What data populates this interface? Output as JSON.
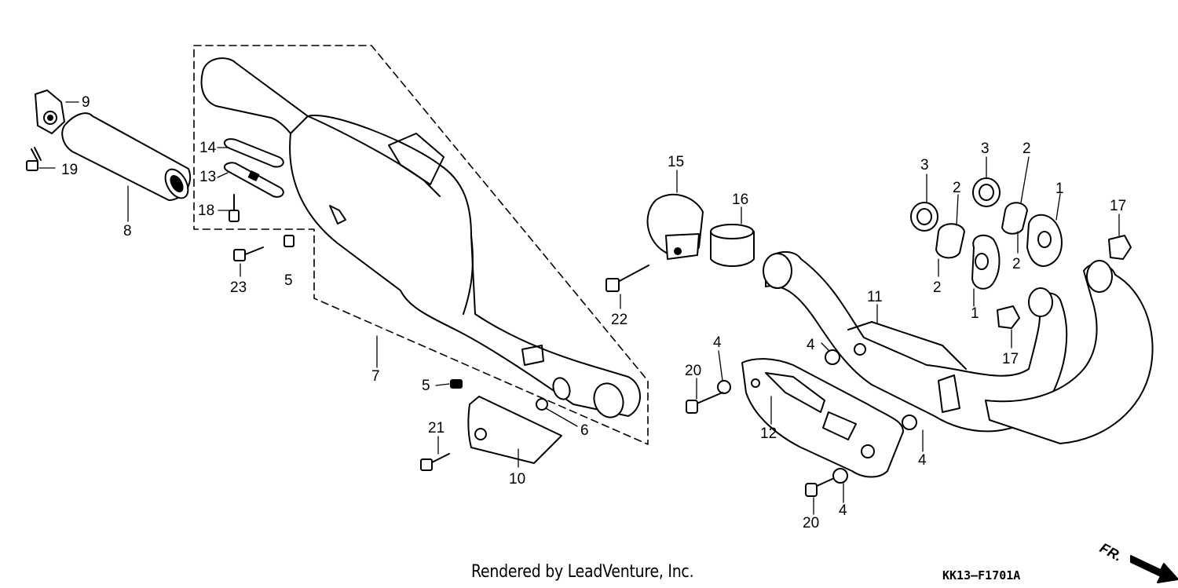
{
  "diagram": {
    "callouts": {
      "c1a": "1",
      "c1b": "1",
      "c2a": "2",
      "c2b": "2",
      "c2c": "2",
      "c2d": "2",
      "c3a": "3",
      "c3b": "3",
      "c4a": "4",
      "c4b": "4",
      "c4c": "4",
      "c4d": "4",
      "c5a": "5",
      "c5b": "5",
      "c6": "6",
      "c7": "7",
      "c8": "8",
      "c9": "9",
      "c10": "10",
      "c11": "11",
      "c12": "12",
      "c13": "13",
      "c14": "14",
      "c15": "15",
      "c16": "16",
      "c17a": "17",
      "c17b": "17",
      "c18": "18",
      "c19": "19",
      "c20a": "20",
      "c20b": "20",
      "c21": "21",
      "c22": "22",
      "c23": "23"
    },
    "direction_label": "FR.",
    "credit": "Rendered by LeadVenture, Inc.",
    "drawing_code": "KK13–F1701A"
  }
}
